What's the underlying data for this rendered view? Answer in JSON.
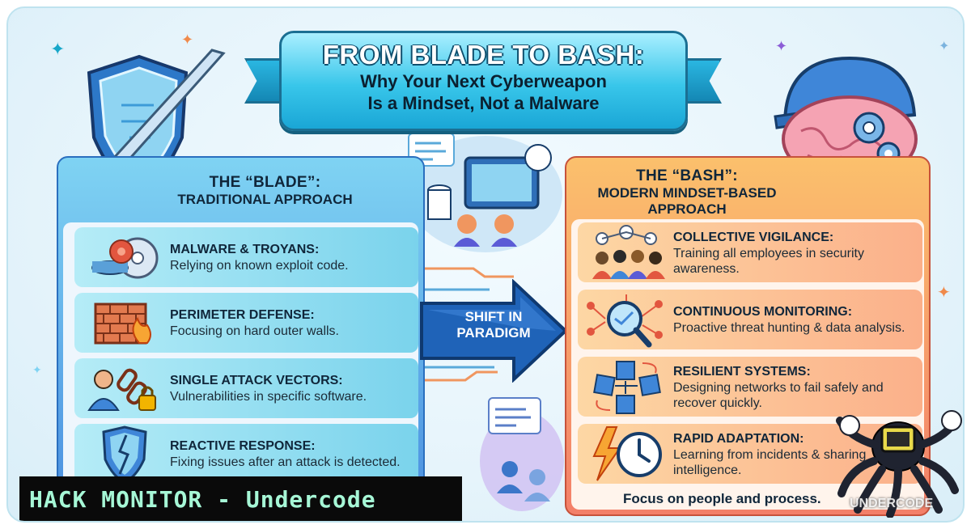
{
  "title": {
    "main": "FROM BLADE TO BASH:",
    "line2": "Why Your Next Cyberweapon",
    "line3": "Is a Mindset, Not a Malware"
  },
  "left_panel": {
    "heading_line1": "THE “BLADE”:",
    "heading_line2": "TRADITIONAL APPROACH",
    "items": [
      {
        "title": "MALWARE & TROYANS:",
        "desc": "Relying on known exploit code.",
        "icon": "virus-disc-icon"
      },
      {
        "title": "PERIMETER DEFENSE:",
        "desc": "Focusing on hard outer walls.",
        "icon": "firewall-icon"
      },
      {
        "title": "SINGLE ATTACK VECTORS:",
        "desc": "Vulnerabilities in specific software.",
        "icon": "broken-chain-lock-icon"
      },
      {
        "title": "REACTIVE RESPONSE:",
        "desc": "Fixing issues after an attack is detected.",
        "icon": "cracked-shield-icon"
      }
    ]
  },
  "middle": {
    "line1": "SHIFT IN",
    "line2": "PARADIGM"
  },
  "right_panel": {
    "heading_line1": "THE “BASH”:",
    "heading_line2": "MODERN MINDSET-BASED",
    "heading_line3": "APPROACH",
    "items": [
      {
        "title": "COLLECTIVE VIGILANCE:",
        "desc": "Training all employees in security awareness.",
        "icon": "team-network-icon"
      },
      {
        "title": "CONTINUOUS MONITORING:",
        "desc": "Proactive threat hunting & data analysis.",
        "icon": "magnifier-network-icon"
      },
      {
        "title": "RESILIENT SYSTEMS:",
        "desc": "Designing networks to fail safely and recover quickly.",
        "icon": "cubes-cycle-icon"
      },
      {
        "title": "RAPID ADAPTATION:",
        "desc": "Learning from incidents & sharing intelligence.",
        "icon": "clock-lightning-icon"
      }
    ],
    "footer": "Focus on people and process."
  },
  "branding": {
    "bar_text": "HACK MONITOR - Undercode",
    "watermark": "UNDERCODE"
  },
  "colors": {
    "banner": "#38c6ea",
    "left_panel": "#4a8fe0",
    "right_panel": "#f37f69",
    "arrow": "#1f63b8",
    "hack_text": "#a6f7d6"
  }
}
